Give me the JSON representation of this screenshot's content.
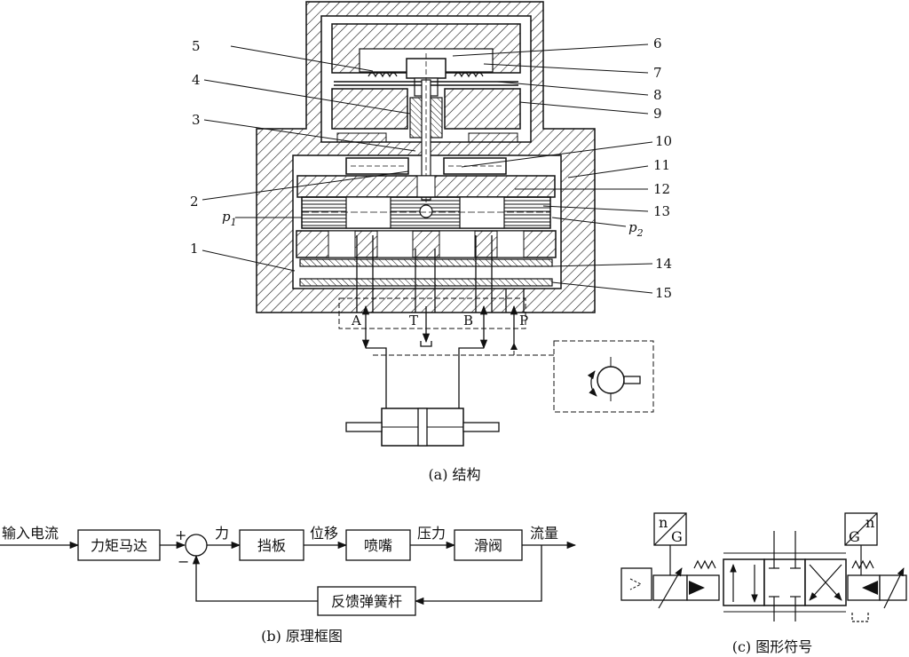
{
  "figure_a": {
    "caption": "(a) 结构",
    "part_numbers": [
      "1",
      "2",
      "3",
      "4",
      "5",
      "6",
      "7",
      "8",
      "9",
      "10",
      "11",
      "12",
      "13",
      "14",
      "15"
    ],
    "pressure_left": "p",
    "pressure_left_sub": "1",
    "pressure_right": "p",
    "pressure_right_sub": "2",
    "ports": {
      "A": "A",
      "T": "T",
      "B": "B",
      "P": "P"
    }
  },
  "figure_b": {
    "caption": "(b) 原理框图",
    "input_label": "输入电流",
    "plus_sign": "+",
    "minus_sign": "−",
    "blocks": {
      "torque_motor": "力矩马达",
      "flapper": "挡板",
      "nozzle": "喷嘴",
      "spool": "滑阀",
      "feedback": "反馈弹簧杆"
    },
    "signals": {
      "force": "力",
      "displacement": "位移",
      "pressure": "压力",
      "flow": "流量"
    }
  },
  "figure_c": {
    "caption": "(c) 图形符号",
    "left_box_letters": {
      "top": "n",
      "bottom": "G"
    },
    "right_box_letters": {
      "top": "n",
      "bottom": "G"
    }
  }
}
